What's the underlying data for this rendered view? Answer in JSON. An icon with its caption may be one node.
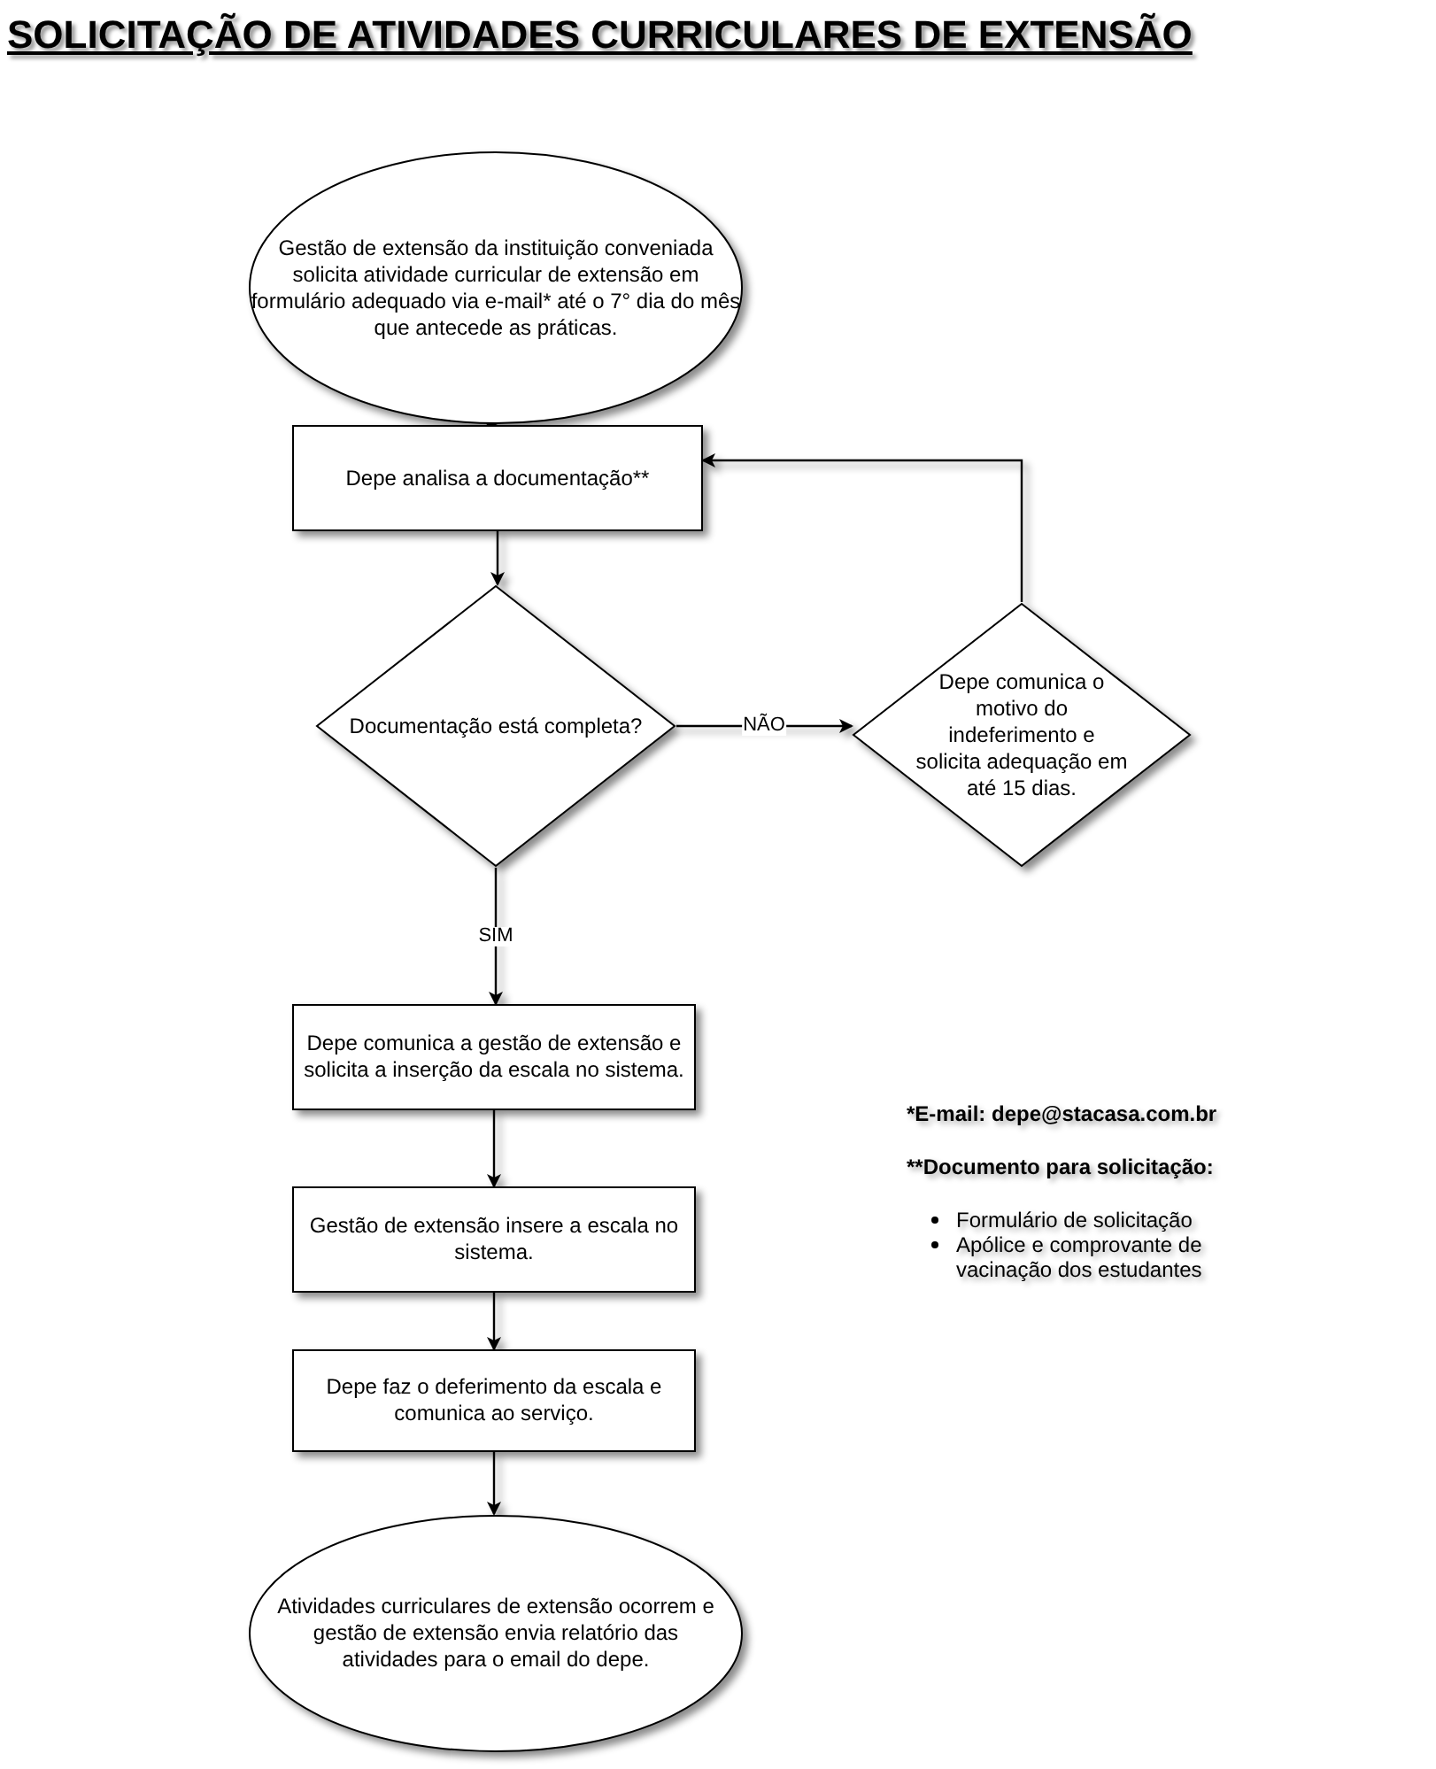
{
  "diagram": {
    "title": "SOLICITAÇÃO DE ATIVIDADES CURRICULARES DE EXTENSÃO",
    "nodes": [
      {
        "text": [
          "Gestão de extensão da instituição conveniada solicita atividade curricular de extensão em formulário adequado via e-mail* até o 7° dia do mês que antecede as práticas."
        ]
      },
      {
        "text": [
          "Depe analisa a documentação**"
        ]
      },
      {
        "text": [
          "Documentação está completa?"
        ]
      },
      {
        "text": [
          "Depe comunica o motivo do indeferimento e solicita adequação em até 15 dias."
        ]
      },
      {
        "text": [
          "Depe comunica a gestão de extensão e solicita a inserção da escala no sistema."
        ]
      },
      {
        "text": [
          "Gestão de extensão insere a escala no sistema."
        ]
      },
      {
        "text": [
          "Depe faz o deferimento da escala e comunica ao serviço."
        ]
      },
      {
        "text": [
          "Atividades curriculares de extensão ocorrem e gestão de extensão envia relatório das atividades para o email do depe."
        ]
      }
    ],
    "edges": [
      {
        "from": 0,
        "to": 1,
        "arrow": "to"
      },
      {
        "from": 1,
        "to": 2,
        "arrow": "to"
      },
      {
        "from": 2,
        "to": 3,
        "arrow": "to",
        "label": "NÃO"
      },
      {
        "from": 3,
        "to": 1,
        "arrow": "to"
      },
      {
        "from": 2,
        "to": 4,
        "arrow": "to",
        "label": "SIM"
      },
      {
        "from": 4,
        "to": 5,
        "arrow": "to"
      },
      {
        "from": 5,
        "to": 6,
        "arrow": "to"
      },
      {
        "from": 6,
        "to": 7,
        "arrow": "to"
      }
    ],
    "labels": [
      "*E-mail: depe@stacasa.com.br",
      "**Documento para solicitação:",
      "Formulário de solicitação",
      "Apólice e comprovante de vacinação dos estudantes"
    ]
  }
}
